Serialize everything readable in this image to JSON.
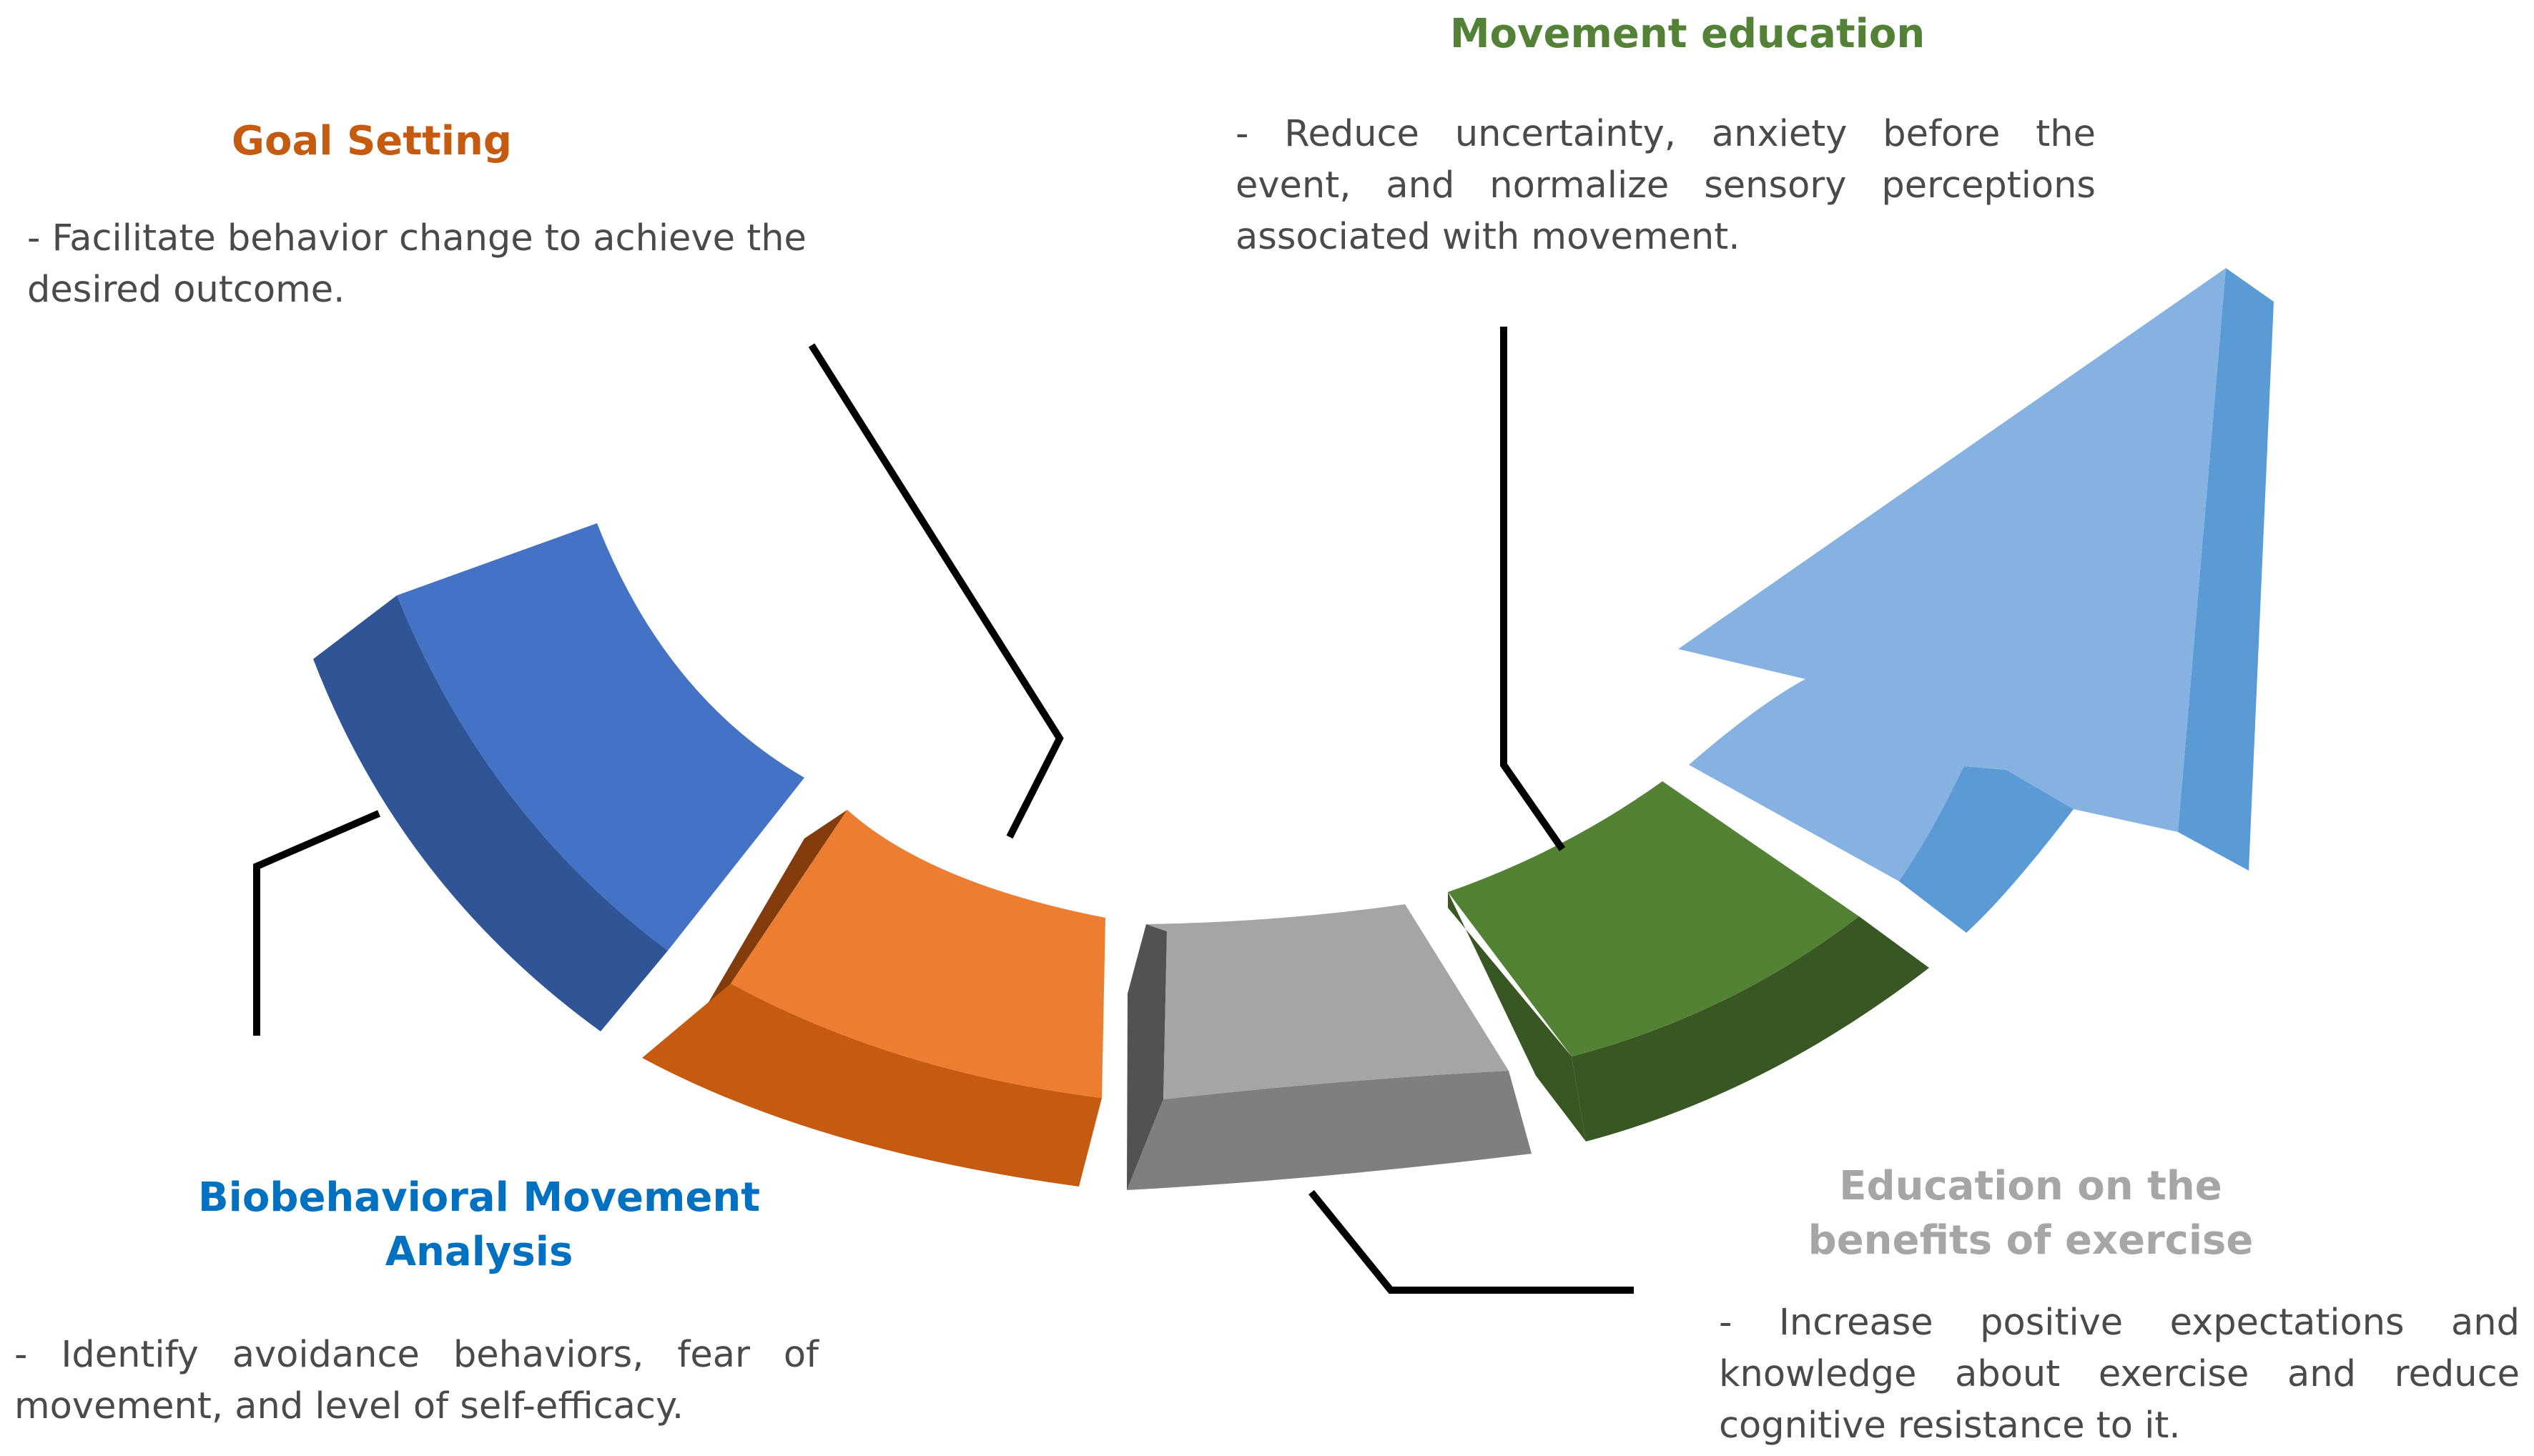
{
  "steps": {
    "goal_setting": {
      "title": "Goal Setting",
      "description": "- Facilitate behavior change to achieve the desired outcome.",
      "color": "#C55A11"
    },
    "movement_education": {
      "title": "Movement education",
      "description": "- Reduce uncertainty, anxiety before the event, and normalize sensory perceptions associated with movement.",
      "color": "#538135"
    },
    "biobehavioral": {
      "title": "Biobehavioral Movement Analysis",
      "description": "- Identify avoidance behaviors, fear of movement, and level of self-efficacy.",
      "color": "#0070C0"
    },
    "exercise_benefits": {
      "title": "Education on the benefits of exercise",
      "description": "- Increase positive expectations and knowledge about exercise and reduce cognitive resistance to it.",
      "color": "#A6A6A6"
    }
  },
  "segment_colors": {
    "blue_top": "#4472C4",
    "blue_side": "#2F5597",
    "orange_top": "#ED7D31",
    "orange_side": "#C55A11",
    "orange_edge": "#843C0C",
    "gray_top": "#A5A5A5",
    "gray_side": "#7F7F7F",
    "gray_edge": "#525252",
    "green_top": "#548235",
    "green_side": "#385723",
    "arrow_face": "#85B2E0",
    "arrow_side": "#5B9BD5"
  }
}
